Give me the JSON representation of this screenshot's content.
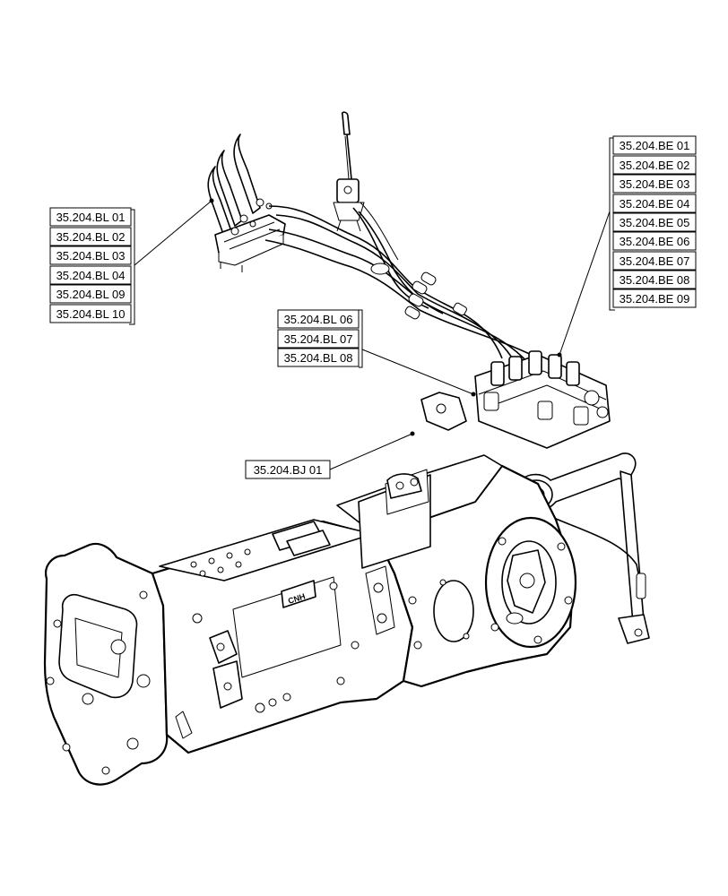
{
  "callouts": {
    "bl_group_left": [
      "35.204.BL 01",
      "35.204.BL 02",
      "35.204.BL 03",
      "35.204.BL 04",
      "35.204.BL 09",
      "35.204.BL 10"
    ],
    "bl_group_mid": [
      "35.204.BL 06",
      "35.204.BL 07",
      "35.204.BL 08"
    ],
    "be_group": [
      "35.204.BE 01",
      "35.204.BE 02",
      "35.204.BE 03",
      "35.204.BE 04",
      "35.204.BE 05",
      "35.204.BE 06",
      "35.204.BE 07",
      "35.204.BE 08",
      "35.204.BE 09"
    ],
    "bj_single": "35.204.BJ 01"
  },
  "housing_logo": "CNH"
}
